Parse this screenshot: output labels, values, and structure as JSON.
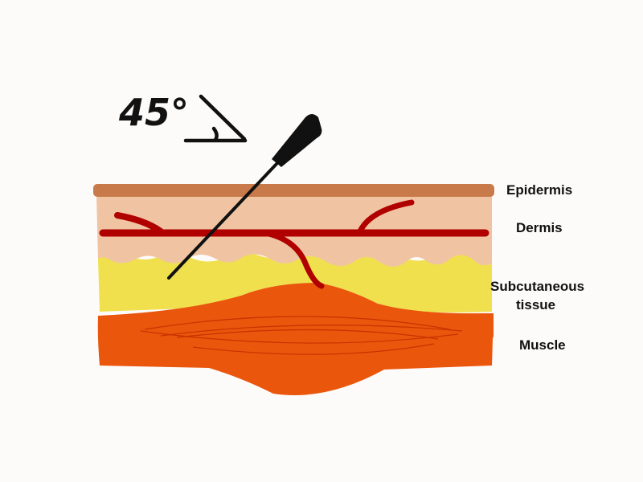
{
  "angle": {
    "label": "45°",
    "value_degrees": 45
  },
  "layers": [
    {
      "name": "epidermis",
      "label_lines": [
        "Epidermis"
      ],
      "color": "#c97a4a"
    },
    {
      "name": "dermis",
      "label_lines": [
        "Dermis"
      ],
      "color": "#f0c4a2"
    },
    {
      "name": "subcutaneous-tissue",
      "label_lines": [
        "Subcutaneous",
        "tissue"
      ],
      "color": "#f0e04e"
    },
    {
      "name": "muscle",
      "label_lines": [
        "Muscle"
      ],
      "color": "#ea560c"
    }
  ],
  "colors": {
    "blood_vessel": "#b00000",
    "muscle_fiber": "#c83200",
    "needle": "#111111",
    "background": "#fdfbfa"
  },
  "icons": {
    "angle_symbol": "angle-icon",
    "needle": "needle-icon"
  }
}
